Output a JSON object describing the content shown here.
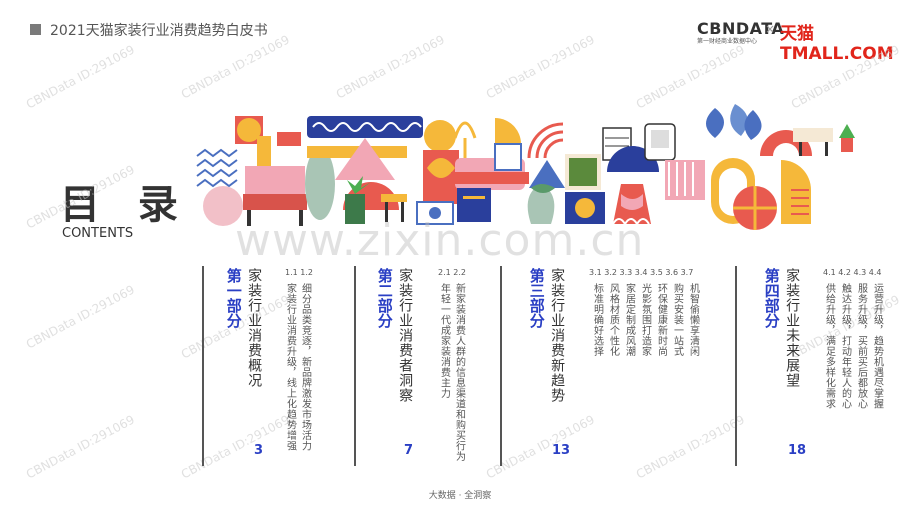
{
  "header": {
    "title": "2021天猫家装行业消费趋势白皮书"
  },
  "logo": {
    "cbn": "CBNDATA",
    "cbn_sub": "第一财经商业数据中心",
    "x": "×",
    "tmall": "天猫TMALL.COM"
  },
  "toc": {
    "title": "目 录",
    "subtitle": "CONTENTS"
  },
  "watermark": "www.zixin.com.cn",
  "watermark_small": "CBNData ID:291069",
  "parts": [
    {
      "label": "第一部分",
      "title": "家装行业消费概况",
      "nums": "1.1  1.2",
      "topics": [
        "细分品类竞逐，新品牌激发市场活力",
        "家装行业消费升级，线上化趋势增强"
      ],
      "page": "3"
    },
    {
      "label": "第二部分",
      "title": "家装行业消费者洞察",
      "nums": "2.1 2.2",
      "topics": [
        "新家装消费人群的信息渠道和购买行为",
        "年轻一代成家装消费主力"
      ],
      "page": "7"
    },
    {
      "label": "第三部分",
      "title": "家装行业消费新趋势",
      "nums": "3.1 3.2 3.3 3.4 3.5 3.6 3.7",
      "topics": [
        "机智偷懒享清闲",
        "购买安装一站式",
        "环保健康新时尚",
        "光影氛围打造家",
        "家居定制成风潮",
        "风格材质个性化",
        "标准明确好选择"
      ],
      "page": "13"
    },
    {
      "label": "第四部分",
      "title": "家装行业未来展望",
      "nums": "4.1 4.2 4.3 4.4",
      "topics": [
        "运营升级，趋势机遇尽掌握",
        "服务升级，买前买后都放心",
        "触达升级，打动年轻人的心",
        "供给升级，满足多样化需求"
      ],
      "page": "18"
    }
  ],
  "footer": "大数据 · 全洞察",
  "colors": {
    "accent_blue": "#2a3fc4",
    "tmall_red": "#e1251b",
    "text_dark": "#333333"
  }
}
